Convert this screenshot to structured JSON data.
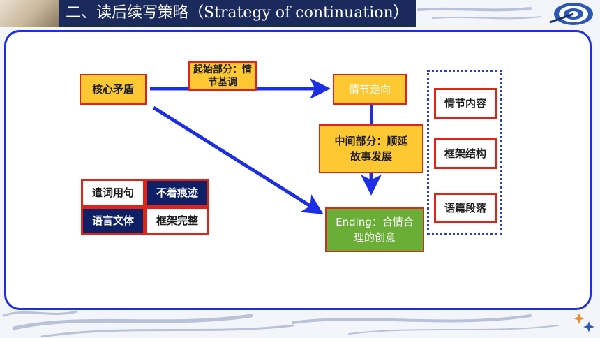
{
  "title": "二、读后续写策略（Strategy of continuation）",
  "diagram": {
    "core_conflict": "核心矛盾",
    "beginning_label": "起始部分：情节基调",
    "plot_direction": "情节走向",
    "middle_label": "中间部分：顺延故事发展",
    "ending": "Ending：合情合理的创意",
    "right_column": [
      "情节内容",
      "框架结构",
      "语篇段落"
    ],
    "grid": [
      "遣词用句",
      "不着痕迹",
      "语言文体",
      "框架完整"
    ]
  },
  "colors": {
    "title_bar": "#1b2a5c",
    "panel_border": "#1c2fe6",
    "arrow": "#1c2fe6",
    "yellow_box": "#fdc832",
    "box_border": "#e2231a",
    "navy_box": "#0e2066",
    "green_box": "#6aae38"
  }
}
